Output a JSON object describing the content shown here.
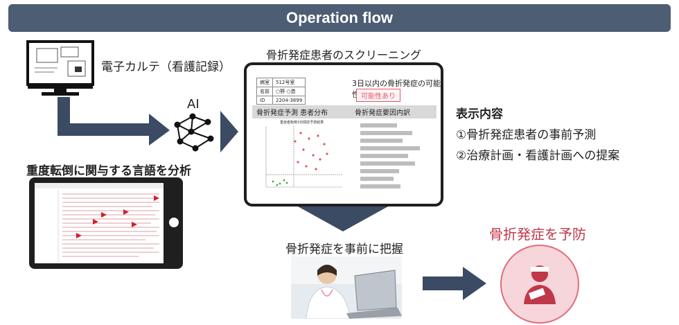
{
  "header": {
    "title": "Operation flow"
  },
  "ehr": {
    "label": "電子カルテ（看護記録）"
  },
  "ai": {
    "label": "AI"
  },
  "analysis": {
    "label": "重度転倒に関与する言語を分析"
  },
  "screening": {
    "title": "骨折発症患者のスクリーニング",
    "info_rows": [
      [
        "病室",
        "512号室"
      ],
      [
        "名前",
        "○野 ○造"
      ],
      [
        "ID",
        "2204-3899"
      ]
    ],
    "prob_text": "3日以内の骨折発症の可能性",
    "prob_tag": "可能性あり",
    "section1": "骨折発症予測 患者分布",
    "section2": "骨折発症要因内訳",
    "scatter_title": "重症者転倒3日間前予測結果",
    "bar_values": [
      0.55,
      0.78,
      0.64,
      0.9,
      0.72,
      0.82,
      0.58,
      0.5,
      0.6
    ]
  },
  "display": {
    "title": "表示内容",
    "item1": "①骨折発症患者の事前予測",
    "item2": "②治療計画・看護計画への提案"
  },
  "grasp": {
    "label": "骨折発症を事前に把握"
  },
  "prevent": {
    "label": "骨折発症を予防"
  },
  "colors": {
    "header": "#4c5d74",
    "arrow": "#3b4b63",
    "accent_red": "#c0374a",
    "circle_fill": "#f6d6da"
  }
}
